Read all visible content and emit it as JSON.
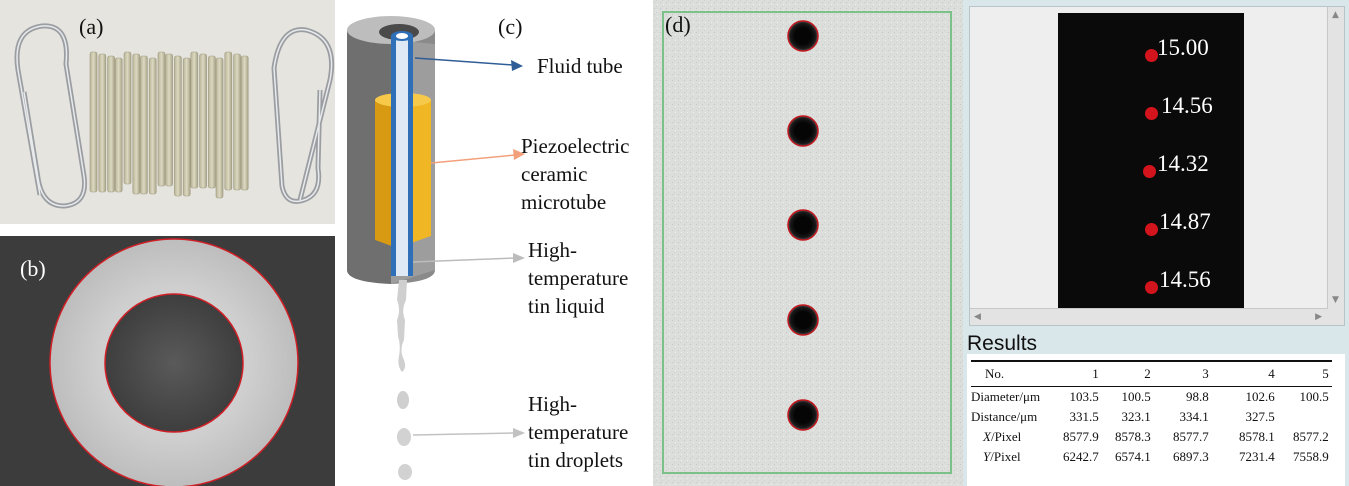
{
  "panel_labels": {
    "a": "(a)",
    "b": "(b)",
    "c": "(c)",
    "d": "(d)"
  },
  "panel_c": {
    "fluid_tube": "Fluid tube",
    "piezo": [
      "Piezoelectric",
      "ceramic",
      "microtube"
    ],
    "tin_liquid": [
      "High-",
      "temperature",
      "tin liquid"
    ],
    "tin_droplets": [
      "High-",
      "temperature",
      "tin droplets"
    ]
  },
  "viewer": {
    "measurements": [
      "15.00",
      "14.56",
      "14.32",
      "14.87",
      "14.56"
    ],
    "marker_color": "#d4141c"
  },
  "results": {
    "title": "Results",
    "columns": [
      "No.",
      "1",
      "2",
      "3",
      "4",
      "5"
    ],
    "rows": [
      {
        "label": "Diameter/μm",
        "values": [
          "103.5",
          "100.5",
          "98.8",
          "102.6",
          "100.5"
        ]
      },
      {
        "label": "Distance/μm",
        "values": [
          "331.5",
          "323.1",
          "334.1",
          "327.5",
          ""
        ]
      },
      {
        "label_italic": "X",
        "label_rest": "/Pixel",
        "values": [
          "8577.9",
          "8578.3",
          "8577.7",
          "8578.1",
          "8577.2"
        ]
      },
      {
        "label_italic": "Y",
        "label_rest": "/Pixel",
        "values": [
          "6242.7",
          "6574.1",
          "6897.3",
          "7231.4",
          "7558.9"
        ]
      }
    ]
  }
}
